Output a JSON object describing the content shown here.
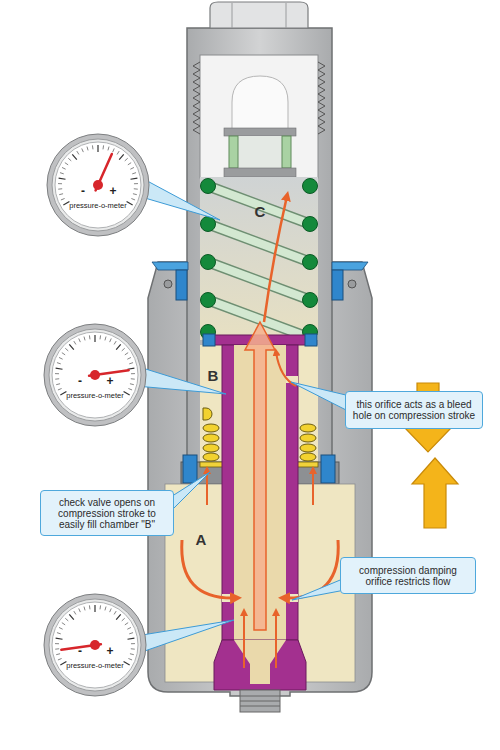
{
  "diagram": {
    "nodes": [
      {
        "text": [
          "-",
          "+",
          "pressure-o-meter"
        ]
      },
      {
        "text": [
          "-",
          "+",
          "pressure-o-meter"
        ]
      },
      {
        "text": [
          "this orifice acts as a bleed hole on compression stroke"
        ]
      },
      {
        "text": [
          "check valve opens on compression stroke to easily fill chamber \"B\""
        ]
      },
      {
        "text": [
          "compression damping orifice restricts flow"
        ]
      },
      {
        "text": [
          "-",
          "+",
          "pressure-o-meter"
        ]
      }
    ],
    "labels": [
      "C",
      "B",
      "A"
    ]
  }
}
